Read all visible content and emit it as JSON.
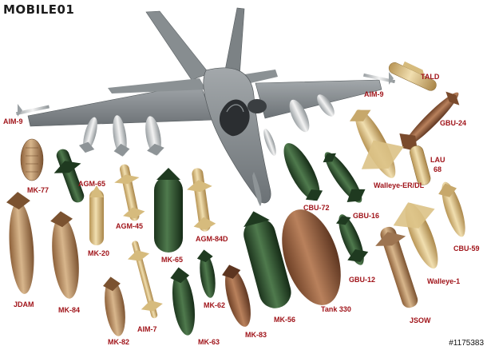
{
  "logo": {
    "text": "MOBILE01"
  },
  "watermark": {
    "text": "#1175383"
  },
  "colors": {
    "label": "#a0141a",
    "jet": "#7f8588",
    "tan_store": "#caa37a",
    "green_store": "#2f5030",
    "cream_store": "#e6cd93",
    "copper_store": "#a26a48"
  },
  "labels": {
    "aim9_left": "AIM-9",
    "aim9_right": "AIM-9",
    "tald": "TALD",
    "gbu24": "GBU-24",
    "mk77": "MK-77",
    "agm65": "AGM-65",
    "lau68_a": "LAU",
    "lau68_b": "68",
    "walleye_erdl": "Walleye-ER/DL",
    "cbu72": "CBU-72",
    "gbu16": "GBU-16",
    "agm45": "AGM-45",
    "mk20": "MK-20",
    "agm84d": "AGM-84D",
    "mk65": "MK-65",
    "cbu59": "CBU-59",
    "walleye1": "Walleye-1",
    "gbu12": "GBU-12",
    "jdam": "JDAM",
    "mk84": "MK-84",
    "aim7": "AIM-7",
    "mk62": "MK-62",
    "mk56": "MK-56",
    "tank330": "Tank 330",
    "jsow": "JSOW",
    "mk82": "MK-82",
    "mk63": "MK-63",
    "mk83": "MK-83"
  }
}
